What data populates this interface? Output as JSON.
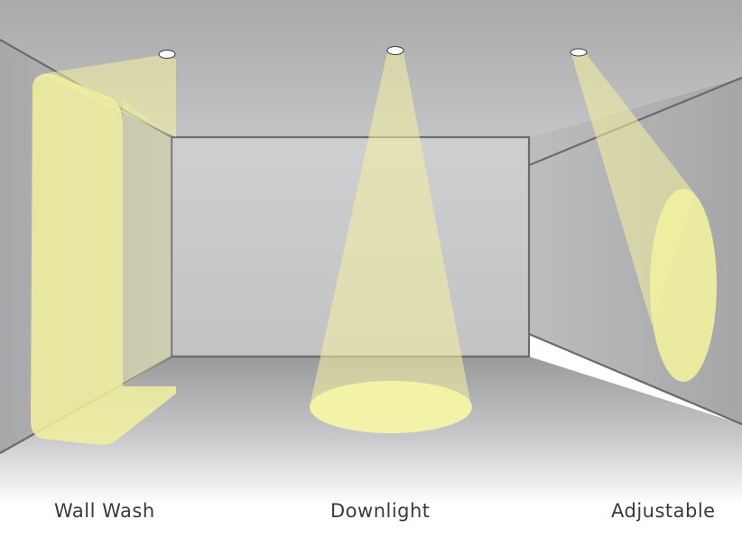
{
  "labels": {
    "wall_wash": "Wall Wash",
    "downlight": "Downlight",
    "adjustable": "Adjustable"
  },
  "colors": {
    "ceiling": "#b9b9bb",
    "back_wall": "#cbcbcd",
    "side_walls": "#b2b2b4",
    "floor_top": "#9d9d9f",
    "floor_bottom": "#ffffff",
    "edge_lines": "#6b6b6d",
    "light_beam": "#f3f3a0",
    "fixture": "#ffffff"
  }
}
